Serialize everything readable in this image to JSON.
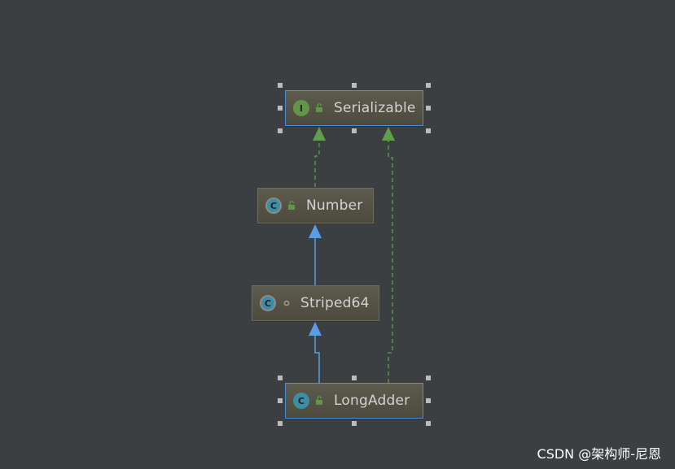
{
  "nodes": {
    "serializable": {
      "name": "Serializable",
      "kind_glyph": "I",
      "kind": "interface",
      "visibility": "public"
    },
    "number": {
      "name": "Number",
      "kind_glyph": "C",
      "kind": "abstract-class",
      "visibility": "public"
    },
    "striped64": {
      "name": "Striped64",
      "kind_glyph": "C",
      "kind": "abstract-class",
      "visibility": "package-private"
    },
    "longadder": {
      "name": "LongAdder",
      "kind_glyph": "C",
      "kind": "class",
      "visibility": "public"
    }
  },
  "edges": [
    {
      "from": "Number",
      "to": "Serializable",
      "type": "implements"
    },
    {
      "from": "LongAdder",
      "to": "Serializable",
      "type": "implements"
    },
    {
      "from": "Striped64",
      "to": "Number",
      "type": "extends"
    },
    {
      "from": "LongAdder",
      "to": "Striped64",
      "type": "extends"
    }
  ],
  "colors": {
    "background": "#3c3f41",
    "implements_edge": "#5f9e4a",
    "extends_edge": "#5c9ce6",
    "selection_border": "#4a8ede"
  },
  "watermark": "CSDN @架构师-尼恩"
}
